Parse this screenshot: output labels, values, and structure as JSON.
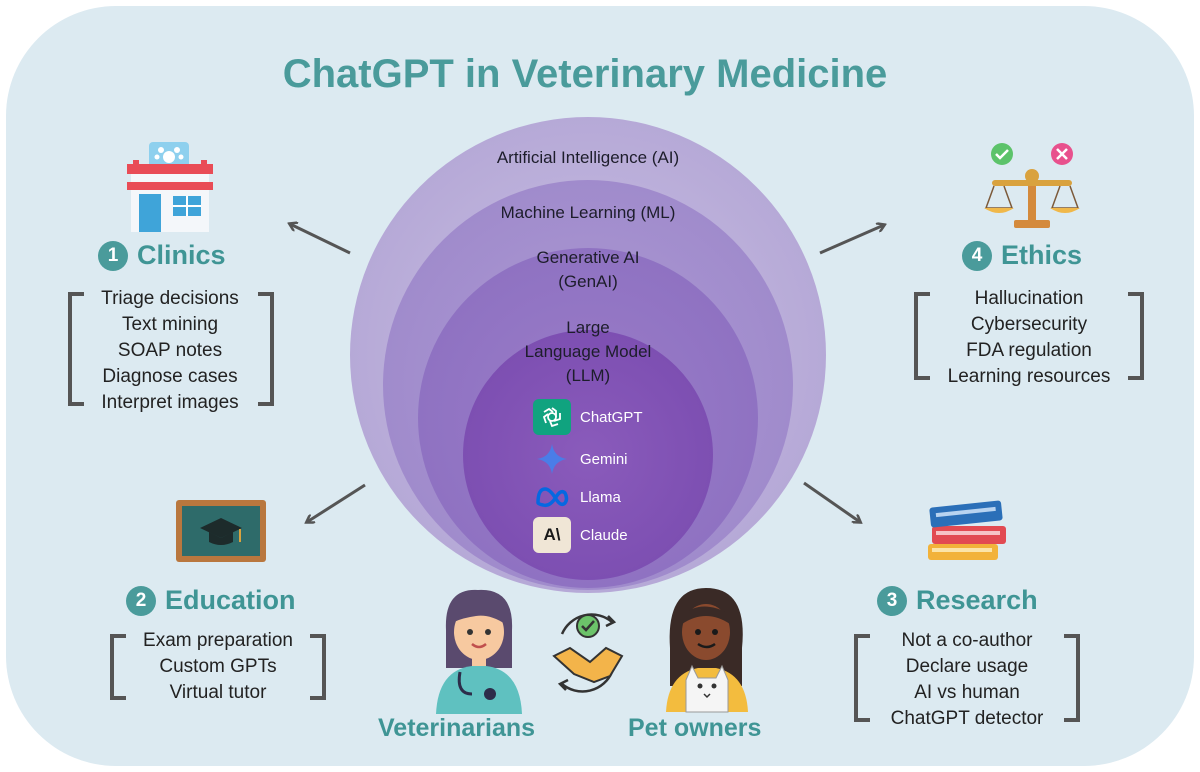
{
  "title": "ChatGPT in Veterinary Medicine",
  "circles": {
    "ai": "Artificial Intelligence (AI)",
    "ml": "Machine Learning (ML)",
    "genai_line1": "Generative AI",
    "genai_line2": "(GenAI)",
    "llm_line1": "Large",
    "llm_line2": "Language Model",
    "llm_line3": "(LLM)"
  },
  "models": [
    {
      "name": "ChatGPT",
      "icon": "openai-logo-icon",
      "color": "#10a37f"
    },
    {
      "name": "Gemini",
      "icon": "gemini-star-icon",
      "color": "#4a7de8"
    },
    {
      "name": "Llama",
      "icon": "meta-logo-icon",
      "color": "#0668e1"
    },
    {
      "name": "Claude",
      "icon": "anthropic-logo-icon",
      "color": "#f0e6d6"
    }
  ],
  "sections": {
    "clinics": {
      "number": "1",
      "title": "Clinics",
      "icon": "vet-clinic-building-icon",
      "items": [
        "Triage decisions",
        "Text mining",
        "SOAP notes",
        "Diagnose cases",
        "Interpret images"
      ]
    },
    "education": {
      "number": "2",
      "title": "Education",
      "icon": "chalkboard-graduation-cap-icon",
      "items": [
        "Exam preparation",
        "Custom GPTs",
        "Virtual tutor"
      ]
    },
    "research": {
      "number": "3",
      "title": "Research",
      "icon": "stacked-books-icon",
      "items": [
        "Not a co-author",
        "Declare usage",
        "AI vs human",
        "ChatGPT detector"
      ]
    },
    "ethics": {
      "number": "4",
      "title": "Ethics",
      "icon": "balance-scale-icon",
      "items": [
        "Hallucination",
        "Cybersecurity",
        "FDA regulation",
        "Learning resources"
      ]
    }
  },
  "people": {
    "veterinarians": "Veterinarians",
    "pet_owners": "Pet owners",
    "vet_icon": "veterinarian-avatar-icon",
    "owner_icon": "pet-owner-with-cat-icon",
    "handshake_icon": "handshake-cycle-icon"
  },
  "colors": {
    "background": "#dceaf1",
    "accent": "#4a9b9b",
    "ring_ai": "#c0b6db",
    "ring_ml": "#a894cf",
    "ring_genai": "#9577c4",
    "ring_llm": "#8356b5"
  }
}
